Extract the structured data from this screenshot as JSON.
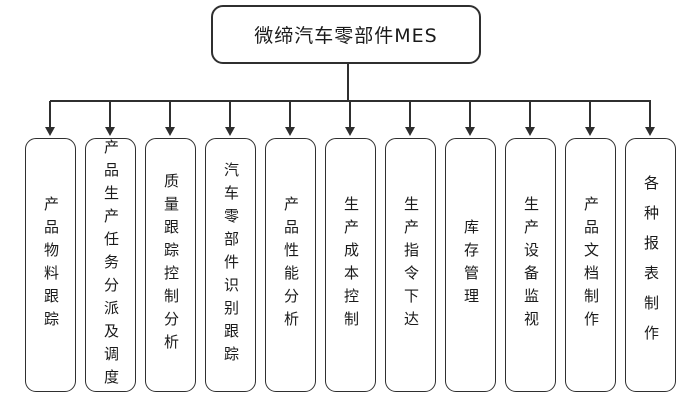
{
  "diagram": {
    "type": "org-tree",
    "root": {
      "label": "微缔汽车零部件MES"
    },
    "children": [
      {
        "label": "产品物料跟踪"
      },
      {
        "label": "产品生产任务分派及调度"
      },
      {
        "label": "质量跟踪控制分析"
      },
      {
        "label": "汽车零部件识别跟踪"
      },
      {
        "label": "产品性能分析"
      },
      {
        "label": "生产成本控制"
      },
      {
        "label": "生产指令下达"
      },
      {
        "label": "库存管理"
      },
      {
        "label": "生产设备监视"
      },
      {
        "label": "产品文档制作"
      },
      {
        "label": "各种报表制作"
      }
    ],
    "colors": {
      "line": "#2f2f2f",
      "box_border": "#2f2f2f",
      "text": "#1a1a1a",
      "background": "#ffffff"
    }
  }
}
